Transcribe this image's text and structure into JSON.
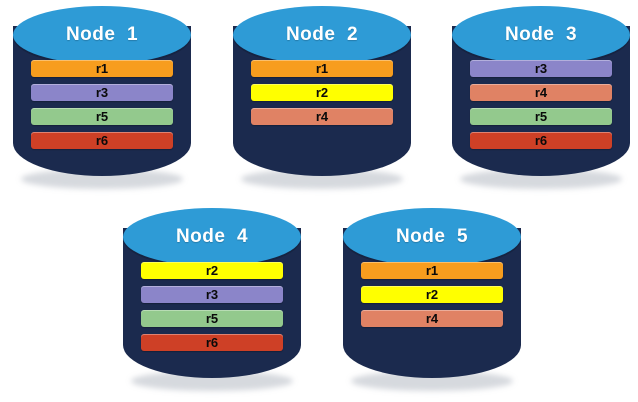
{
  "diagram": {
    "type": "data-replication-node-diagram",
    "background_color": "#ffffff",
    "node_body_color": "#1b2a4e",
    "node_top_color": "#2e9bd6",
    "record_colors": {
      "r1": "#f79d1e",
      "r2": "#ffff00",
      "r3": "#8b85c9",
      "r4": "#e08264",
      "r5": "#93c98d",
      "r6": "#ce4026"
    },
    "rows": [
      {
        "nodes": [
          {
            "title": "Node  1",
            "records": [
              {
                "label": "r1",
                "color": "#f79d1e"
              },
              {
                "label": "r3",
                "color": "#8b85c9"
              },
              {
                "label": "r5",
                "color": "#93c98d"
              },
              {
                "label": "r6",
                "color": "#ce4026"
              }
            ]
          },
          {
            "title": "Node  2",
            "records": [
              {
                "label": "r1",
                "color": "#f79d1e"
              },
              {
                "label": "r2",
                "color": "#ffff00"
              },
              {
                "label": "r4",
                "color": "#e08264"
              }
            ]
          },
          {
            "title": "Node  3",
            "records": [
              {
                "label": "r3",
                "color": "#8b85c9"
              },
              {
                "label": "r4",
                "color": "#e08264"
              },
              {
                "label": "r5",
                "color": "#93c98d"
              },
              {
                "label": "r6",
                "color": "#ce4026"
              }
            ]
          }
        ]
      },
      {
        "nodes": [
          {
            "title": "Node  4",
            "records": [
              {
                "label": "r2",
                "color": "#ffff00"
              },
              {
                "label": "r3",
                "color": "#8b85c9"
              },
              {
                "label": "r5",
                "color": "#93c98d"
              },
              {
                "label": "r6",
                "color": "#ce4026"
              }
            ]
          },
          {
            "title": "Node  5",
            "records": [
              {
                "label": "r1",
                "color": "#f79d1e"
              },
              {
                "label": "r2",
                "color": "#ffff00"
              },
              {
                "label": "r4",
                "color": "#e08264"
              }
            ]
          }
        ]
      }
    ]
  }
}
